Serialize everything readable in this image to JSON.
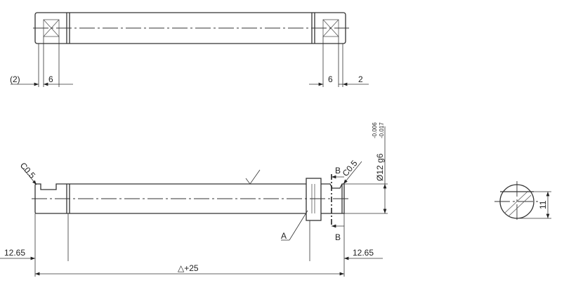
{
  "top_view": {
    "dim_left_paren": "(2)",
    "dim_left": "6",
    "dim_right": "6",
    "dim_right_end": "2"
  },
  "side_view": {
    "chamfer_left": "C0.5",
    "chamfer_right": "C0.5",
    "finish_symbol": "▽",
    "section_label_top": "B",
    "section_label_bottom": "B",
    "label_a": "A",
    "dim_left": "12.65",
    "dim_right": "12.65",
    "dim_length": "△+25",
    "diameter": "Ø12 g6",
    "tol_upper": "-0.006",
    "tol_lower": "-0.017"
  },
  "section_view": {
    "dim_flat": "11"
  }
}
